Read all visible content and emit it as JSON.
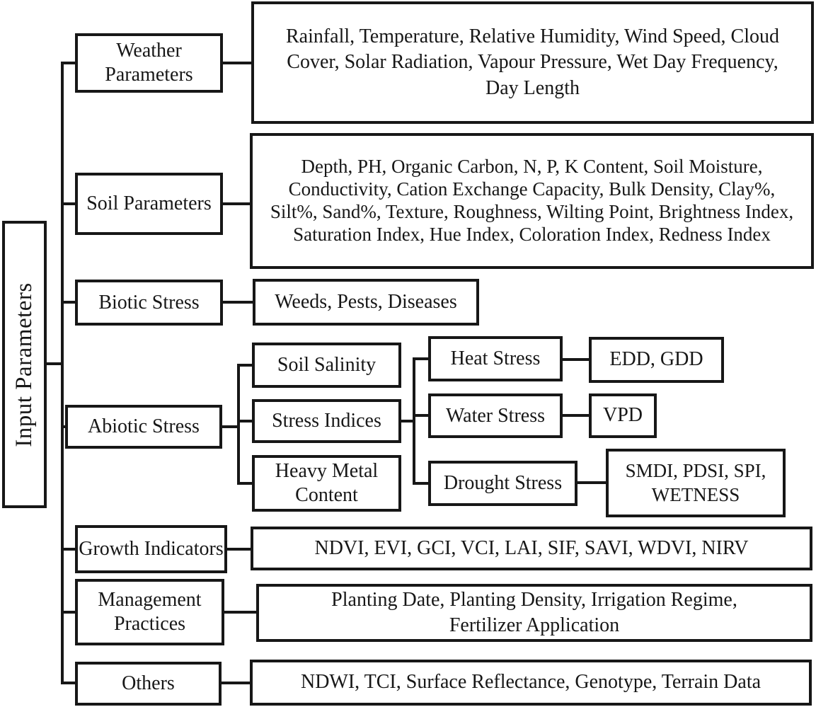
{
  "title": "Input parameters tree diagram",
  "colors": {
    "ink": "#171717",
    "background": "#ffffff"
  },
  "root": {
    "label": "Input Parameters"
  },
  "branches": {
    "weather": {
      "label": "Weather Parameters",
      "items": "Rainfall, Temperature, Relative Humidity, Wind Speed, Cloud Cover, Solar Radiation, Vapour Pressure, Wet Day Frequency, Day Length"
    },
    "soil": {
      "label": "Soil Parameters",
      "items": "Depth, PH, Organic Carbon, N, P, K Content, Soil Moisture, Conductivity, Cation Exchange Capacity, Bulk Density, Clay%, Silt%, Sand%, Texture, Roughness, Wilting Point, Brightness Index, Saturation Index, Hue Index, Coloration Index, Redness Index"
    },
    "biotic": {
      "label": "Biotic Stress",
      "items": "Weeds, Pests, Diseases"
    },
    "abiotic": {
      "label": "Abiotic Stress",
      "soil_salinity": {
        "label": "Soil Salinity"
      },
      "stress_indices": {
        "label": "Stress Indices",
        "heat": {
          "label": "Heat Stress",
          "items": "EDD, GDD"
        },
        "water": {
          "label": "Water Stress",
          "items": "VPD"
        },
        "drought": {
          "label": "Drought Stress",
          "items": "SMDI, PDSI, SPI, WETNESS"
        }
      },
      "heavy_metal": {
        "label": "Heavy Metal Content"
      }
    },
    "growth": {
      "label": "Growth Indicators",
      "items": "NDVI, EVI, GCI, VCI, LAI, SIF, SAVI, WDVI, NIRV"
    },
    "management": {
      "label": "Management Practices",
      "items": "Planting Date, Planting Density, Irrigation Regime, Fertilizer Application"
    },
    "others": {
      "label": "Others",
      "items": "NDWI, TCI, Surface Reflectance, Genotype, Terrain Data"
    }
  }
}
